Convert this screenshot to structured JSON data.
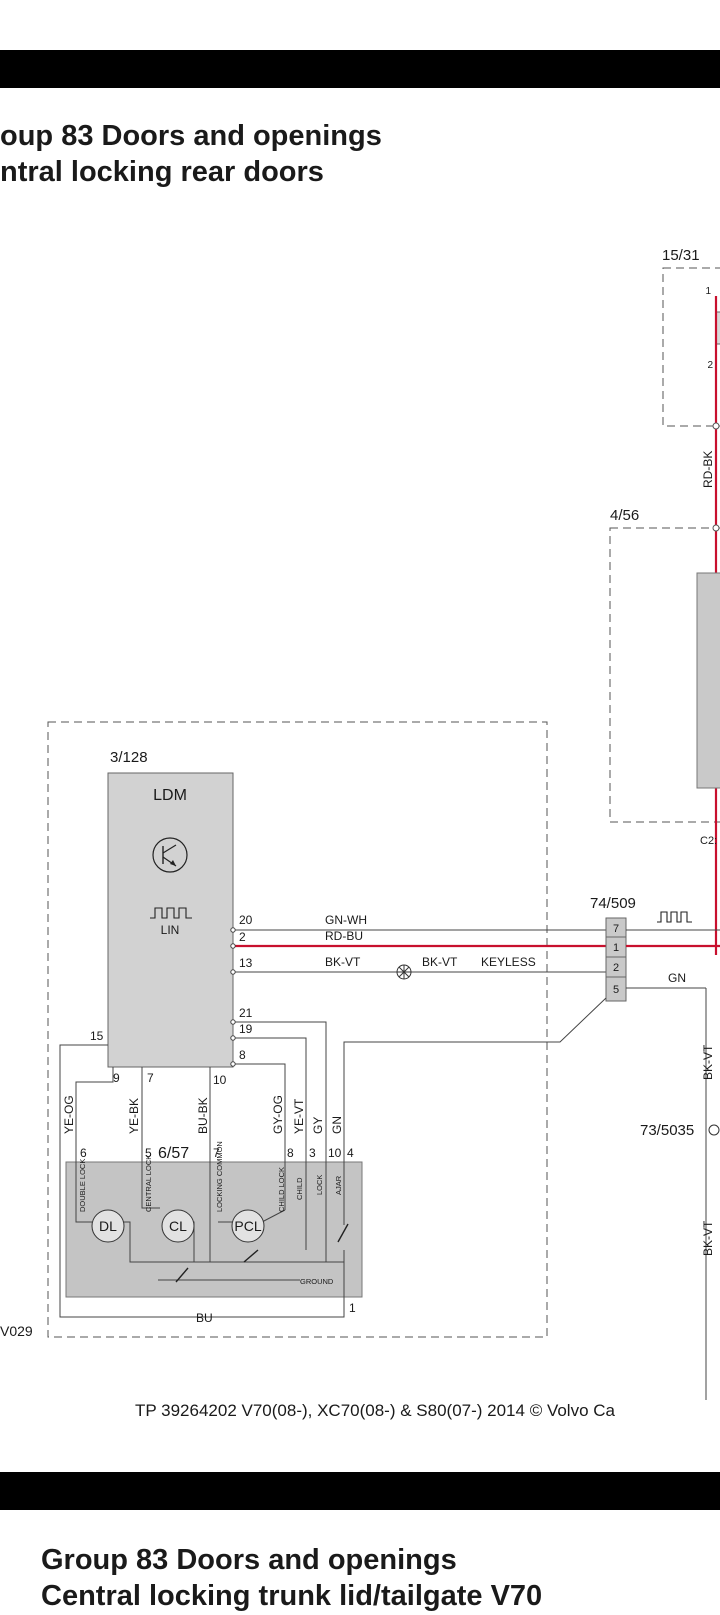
{
  "page1": {
    "group_heading": "oup 83 Doors and openings",
    "section_heading": "ntral locking rear doors"
  },
  "diagram": {
    "components": {
      "upper_right_box": "15/31",
      "rear_box": "4/56",
      "ldm_box": "3/128",
      "ldm_name": "LDM",
      "lin_label": "LIN",
      "connector": "74/509",
      "lock_unit": "6/57",
      "lower_right_ref": "73/5035",
      "right_label": "C2:"
    },
    "ldm_pins": [
      "20",
      "2",
      "13",
      "21",
      "19",
      "8",
      "15",
      "9",
      "7",
      "10"
    ],
    "connector_pins": [
      "7",
      "1",
      "2",
      "5"
    ],
    "lock_pins": [
      "6",
      "5",
      "7",
      "8",
      "3",
      "10",
      "4",
      "1"
    ],
    "wires": {
      "gn_wh": "GN-WH",
      "rd_bu": "RD-BU",
      "bk_vt_a": "BK-VT",
      "bk_vt_b": "BK-VT",
      "keyless": "KEYLESS",
      "gn": "GN",
      "ye_og": "YE-OG",
      "ye_bk": "YE-BK",
      "bu_bk": "BU-BK",
      "gy_og": "GY-OG",
      "ye_vt": "YE-VT",
      "gy": "GY",
      "gn_v": "GN",
      "bu": "BU",
      "rd_bk": "RD-BK",
      "bk_vt_r1": "BK-VT",
      "bk_vt_r2": "BK-VT"
    },
    "lock_labels": {
      "double_lock": "DOUBLE LOCK",
      "central_lock": "CENTRAL LOCK",
      "locking_common": "LOCKING COMMON",
      "child_lock": "CHILD LOCK",
      "child": "CHILD",
      "lock": "LOCK",
      "ajar": "AJAR",
      "ground": "GROUND"
    },
    "motors": {
      "dl": "DL",
      "cl": "CL",
      "pcl": "PCL"
    },
    "small_pins": {
      "p1": "1",
      "p2": "2"
    },
    "figure_code": "V029"
  },
  "footer": {
    "text": "TP 39264202 V70(08-), XC70(08-) & S80(07-) 2014 © Volvo Ca"
  },
  "page2": {
    "group_heading": "Group 83 Doors and openings",
    "section_heading": "Central locking trunk lid/tailgate V70"
  },
  "colors": {
    "power_wire": "#c8102e",
    "component_fill": "#c9c9c9",
    "module_fill": "#d2d2d2",
    "bar": "#000000"
  }
}
